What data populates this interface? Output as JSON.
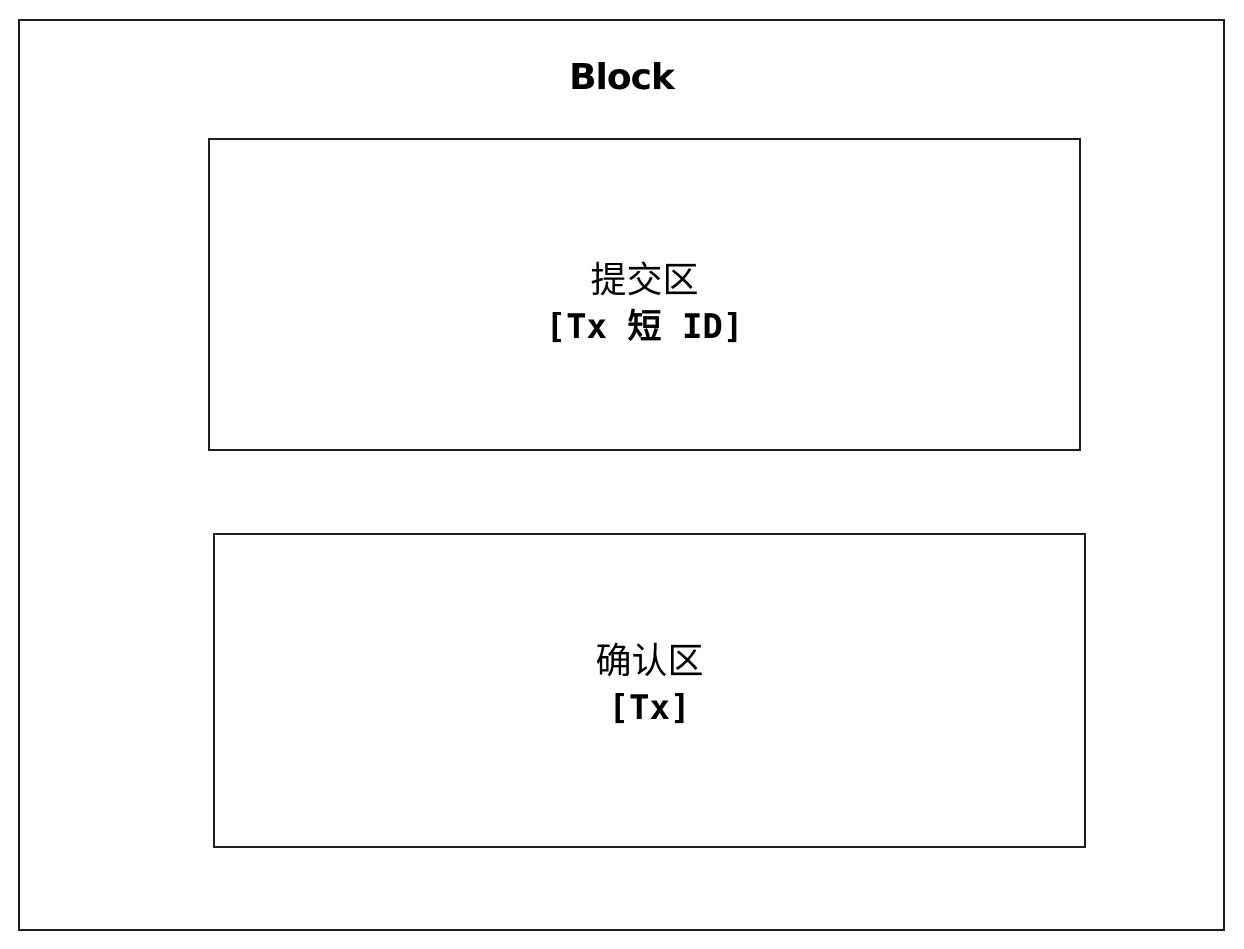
{
  "diagram": {
    "outer_box": {
      "title": "Block"
    },
    "boxes": [
      {
        "label": "提交区",
        "sublabel": "[Tx 短 ID]"
      },
      {
        "label": "确认区",
        "sublabel": "[Tx]"
      }
    ],
    "stroke_color": "#1e1e1e",
    "background_color": "#ffffff"
  }
}
